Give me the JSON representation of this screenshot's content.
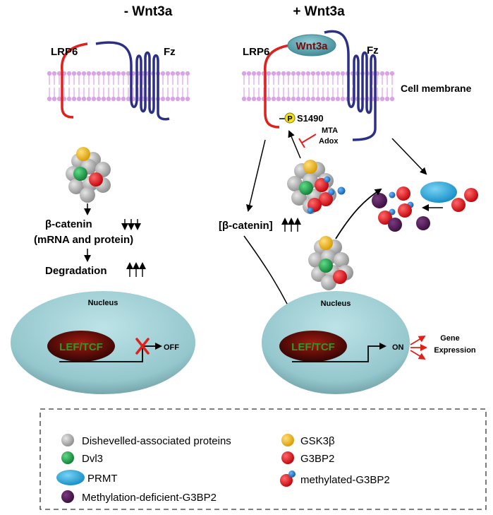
{
  "panels": {
    "minus_title": "- Wnt3a",
    "plus_title": "+ Wnt3a"
  },
  "receptors": {
    "lrp6": "LRP6",
    "fz": "Fz",
    "wnt3a": "Wnt3a",
    "cell_membrane": "Cell membrane",
    "phospho_letter": "P",
    "phospho_site": "S1490",
    "inhibitor_1": "MTA",
    "inhibitor_2": "Adox"
  },
  "left_path": {
    "beta_catenin": "β-catenin",
    "mrna_protein": "(mRNA and protein)",
    "degradation": "Degradation",
    "nucleus": "Nucleus",
    "lef_tcf": "LEF/TCF",
    "off": "OFF"
  },
  "right_path": {
    "beta_catenin_bracket": "[β-catenin]",
    "nucleus": "Nucleus",
    "lef_tcf": "LEF/TCF",
    "on": "ON",
    "gene": "Gene",
    "expression": "Expression"
  },
  "legend": {
    "dishevelled": "Dishevelled-associated proteins",
    "dvl3": "Dvl3",
    "prmt": "PRMT",
    "methylation_deficient": "Methylation-deficient-G3BP2",
    "gsk3b": "GSK3β",
    "g3bp2": "G3BP2",
    "methylated": "methylated-G3BP2"
  },
  "colors": {
    "lrp6": "#e0201a",
    "fz": "#2b2f86",
    "membrane": "#d9a4e6",
    "wnt3a": "#5aa7b3",
    "nucleus": "#9fd0d6",
    "lef_tcf_bg": "#4a0a08",
    "lef_tcf_text": "#2a9a2a",
    "gray_protein": "#b0b0b0",
    "dvl3": "#1fa64a",
    "gsk3b": "#f2b315",
    "g3bp2": "#e8101a",
    "methyl_dot": "#1c74c4",
    "prmt": "#1aa0d8",
    "methyl_deficient": "#4e1752"
  }
}
